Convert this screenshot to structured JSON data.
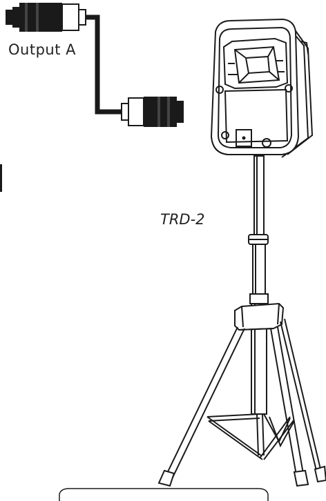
{
  "diagram": {
    "output_label": "Output  A",
    "model_label": "TRD-2",
    "colors": {
      "ink": "#1a1a1a",
      "paper": "#ffffff"
    },
    "parts": {
      "connector_top": "xlr-connector-icon",
      "connector_bottom": "xlr-connector-icon",
      "cable": "speaker-cable",
      "speaker": "loudspeaker-cabinet",
      "stand": "tripod-speaker-stand"
    }
  }
}
